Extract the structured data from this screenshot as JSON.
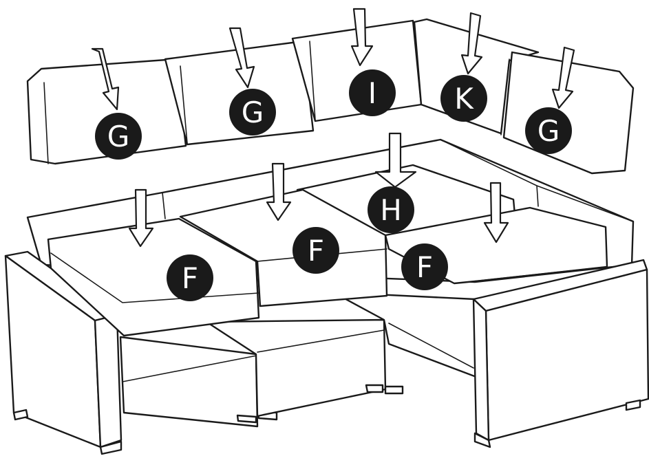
{
  "badges": {
    "back_left": "G",
    "back_mid": "G",
    "back_corner": "I",
    "back_k": "K",
    "back_right": "G",
    "seat_left": "F",
    "seat_mid": "F",
    "seat_corner": "H",
    "seat_right": "F"
  },
  "colors": {
    "line": "#1a1a1a",
    "fill": "#ffffff",
    "badge": "#1a1a1a",
    "badge_text": "#ffffff"
  }
}
